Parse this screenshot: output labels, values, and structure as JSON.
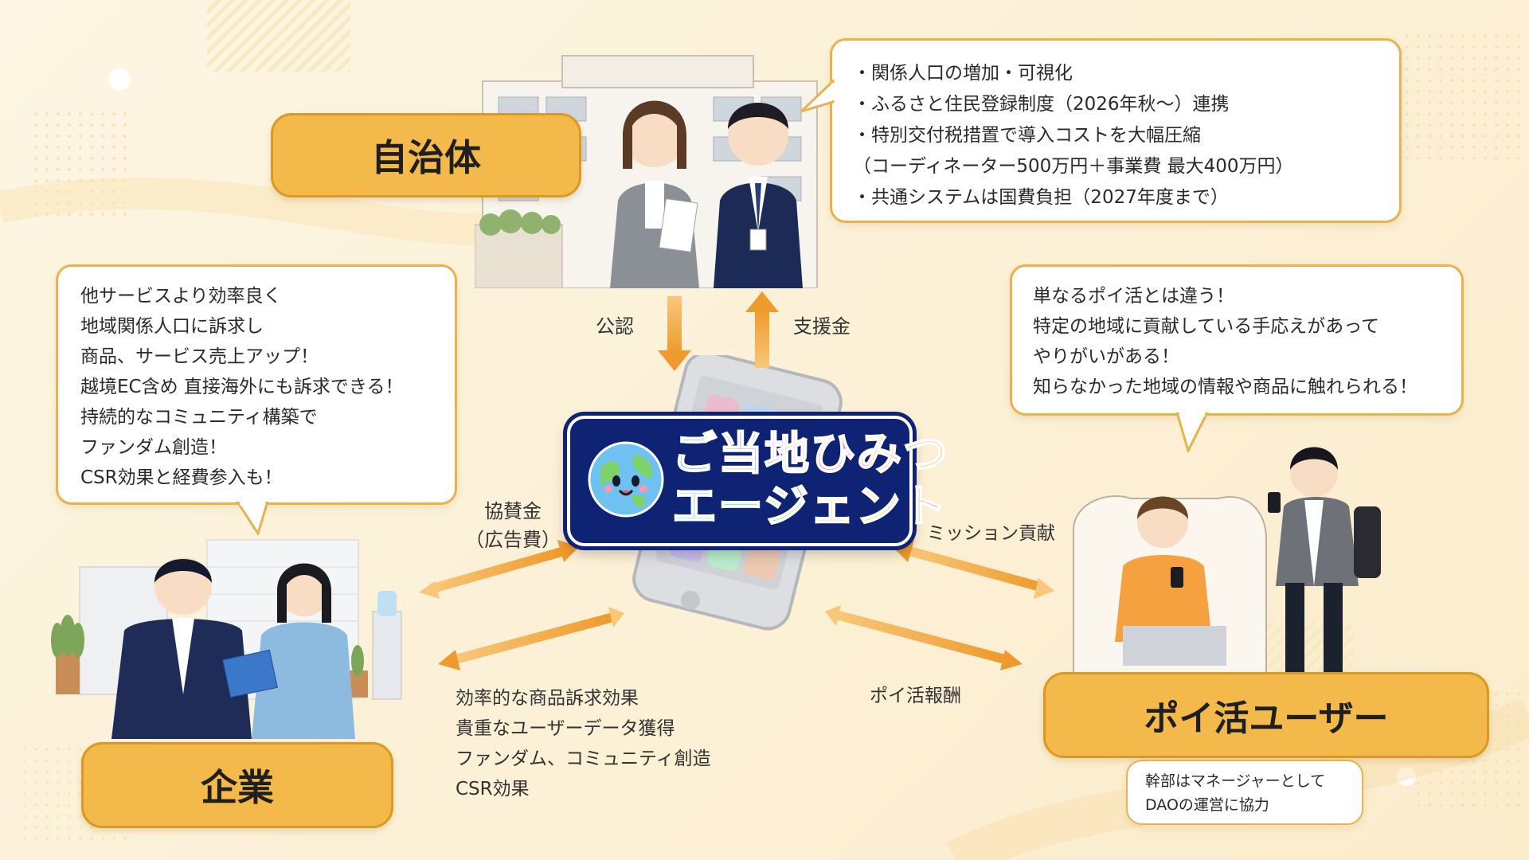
{
  "nodes": {
    "government": "自治体",
    "company": "企業",
    "user": "ポイ活ユーザー"
  },
  "center_logo": {
    "line1": "ご当地ひみつ",
    "line2": "エージェント"
  },
  "bubbles": {
    "government": [
      "・関係人口の増加・可視化",
      "・ふるさと住民登録制度（2026年秋〜）連携",
      "・特別交付税措置で導入コストを大幅圧縮",
      "（コーディネーター500万円＋事業費 最大400万円）",
      "・共通システムは国費負担（2027年度まで）"
    ],
    "company": [
      "他サービスより効率良く",
      "地域関係人口に訴求し",
      "商品、サービス売上アップ！",
      "越境EC含め 直接海外にも訴求できる！",
      "持続的なコミュニティ構築で",
      "ファンダム創造！",
      "CSR効果と経費参入も！"
    ],
    "user": [
      "単なるポイ活とは違う！",
      "特定の地域に貢献している手応えがあって",
      "やりがいがある！",
      "知らなかった地域の情報や商品に触れられる！"
    ],
    "user_note": [
      "幹部はマネージャーとして",
      "DAOの運営に協力"
    ]
  },
  "flows": {
    "approval": "公認",
    "subsidy": "支援金",
    "sponsorship_1": "協賛金",
    "sponsorship_2": "（広告費）",
    "mission": "ミッション貢献",
    "reward": "ポイ活報酬"
  },
  "company_benefits": [
    "効率的な商品訴求効果",
    "貴重なユーザーデータ獲得",
    "ファンダム、コミュニティ創造",
    "CSR効果"
  ],
  "colors": {
    "node_fill": "#f3b94a",
    "node_border": "#d99a25",
    "arrow": "#ef9a2c",
    "logo_bg": "#0e2373",
    "bubble_border": "#e9b24c"
  }
}
